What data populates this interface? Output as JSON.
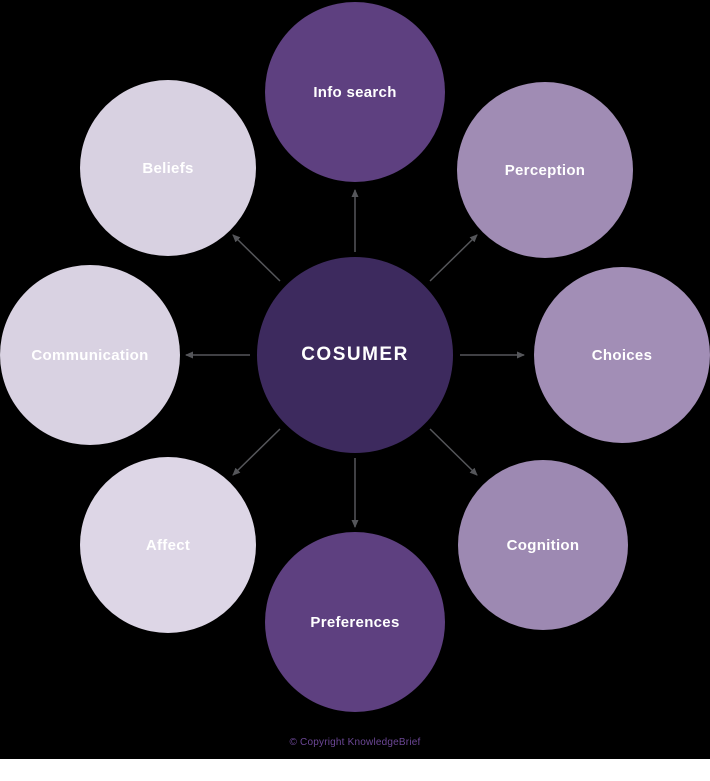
{
  "diagram": {
    "center": {
      "label": "COSUMER",
      "color": "#3d2a5e"
    },
    "nodes": [
      {
        "id": "info-search",
        "label": "Info search",
        "color": "#5e4080"
      },
      {
        "id": "perception",
        "label": "Perception",
        "color": "#a08cb4"
      },
      {
        "id": "choices",
        "label": "Choices",
        "color": "#a28eb6"
      },
      {
        "id": "cognition",
        "label": "Cognition",
        "color": "#9d89b2"
      },
      {
        "id": "preferences",
        "label": "Preferences",
        "color": "#5e4080"
      },
      {
        "id": "affect",
        "label": "Affect",
        "color": "#ddd6e6"
      },
      {
        "id": "communication",
        "label": "Communication",
        "color": "#d9d2e2"
      },
      {
        "id": "beliefs",
        "label": "Beliefs",
        "color": "#d8d1e1"
      }
    ],
    "arrow_color": "#55565a"
  },
  "footer": {
    "copyright": "© Copyright KnowledgeBrief",
    "copyright_color": "#6c4796"
  }
}
